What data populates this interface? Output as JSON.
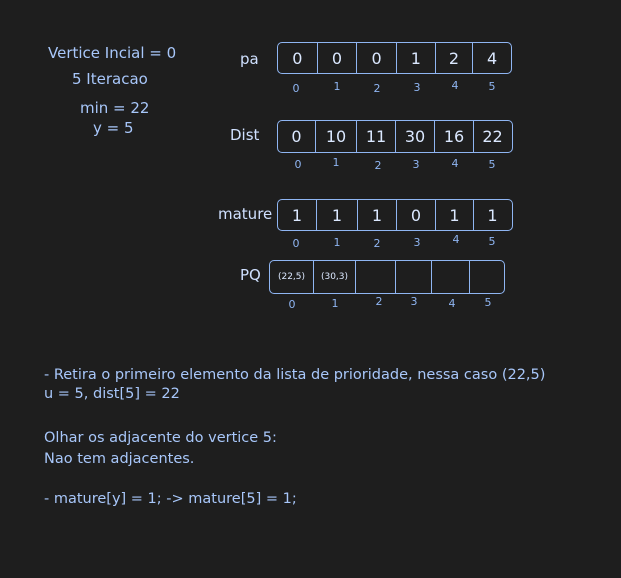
{
  "info": {
    "line1": "Vertice Incial = 0",
    "line2": "5 Iteracao",
    "line3": "min = 22",
    "line4": "y = 5"
  },
  "arrays": [
    {
      "name": "pa",
      "values": [
        "0",
        "0",
        "0",
        "1",
        "2",
        "4"
      ],
      "indices": [
        "0",
        "1",
        "2",
        "3",
        "4",
        "5"
      ]
    },
    {
      "name": "Dist",
      "values": [
        "0",
        "10",
        "11",
        "30",
        "16",
        "22"
      ],
      "indices": [
        "0",
        "1",
        "2",
        "3",
        "4",
        "5"
      ]
    },
    {
      "name": "mature",
      "values": [
        "1",
        "1",
        "1",
        "0",
        "1",
        "1"
      ],
      "indices": [
        "0",
        "1",
        "2",
        "3",
        "4",
        "5"
      ]
    },
    {
      "name": "PQ",
      "values": [
        "(22,5)",
        "(30,3)",
        "",
        "",
        "",
        ""
      ],
      "indices": [
        "0",
        "1",
        "2",
        "3",
        "4",
        "5"
      ]
    }
  ],
  "notes": {
    "n1": "- Retira o primeiro elemento da lista de prioridade, nessa caso (22,5)",
    "n2": "u = 5, dist[5] = 22",
    "n3": "Olhar os adjacente do vertice 5:",
    "n4": "Nao tem adjacentes.",
    "n5": "- mature[y] = 1; -> mature[5] = 1;"
  },
  "colors": {
    "background": "#1e1e1e",
    "stroke": "#8fb5f2",
    "text": "#a8c7fa"
  }
}
